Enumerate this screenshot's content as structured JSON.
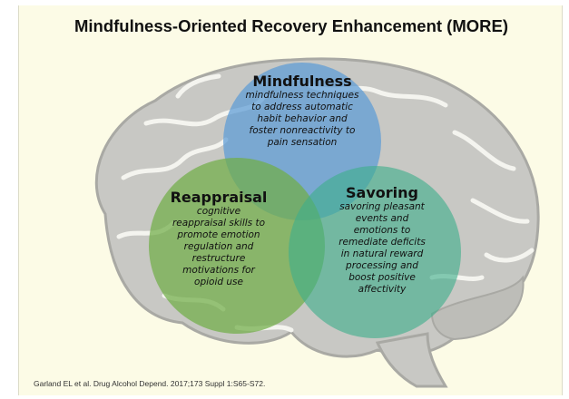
{
  "title": "Mindfulness-Oriented Recovery Enhancement (MORE)",
  "circles": {
    "mindfulness": {
      "heading": "Mindfulness",
      "body": "mindfulness techniques\nto address automatic\nhabit behavior and\nfoster nonreactivity to\npain sensation",
      "color": "#5b9bd5"
    },
    "reappraisal": {
      "heading": "Reappraisal",
      "body": "cognitive\nreappraisal skills to\npromote emotion\nregulation and\nrestructure\nmotivations for\nopioid use",
      "color": "#70ad47"
    },
    "savoring": {
      "heading": "Savoring",
      "body": "savoring pleasant\nevents and\nemotions to\nremediate deficits\nin natural reward\nprocessing and\nboost positive\naffectivity",
      "color": "#3fae8a"
    }
  },
  "citation": "Garland EL et al. Drug Alcohol Depend. 2017;173 Suppl 1:S65-S72."
}
